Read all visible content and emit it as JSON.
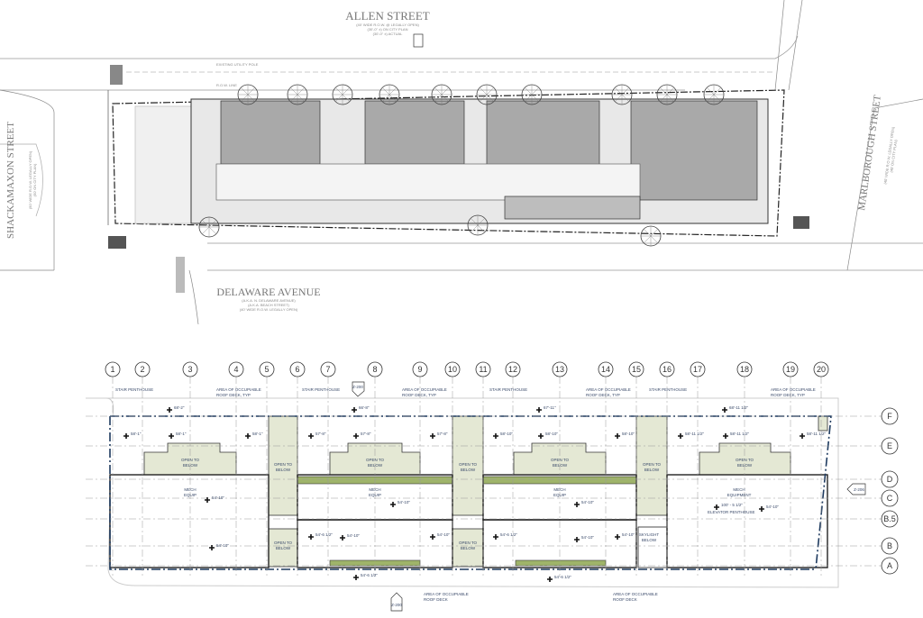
{
  "site_plan": {
    "streets": {
      "north": {
        "name": "ALLEN STREET",
        "sub": [
          "(40' WIDE R.O.W. @ LEGALLY OPEN)",
          "(30'-0\" ±) ON CITY PLAN",
          "(30'-0\" ±) ACTUAL"
        ]
      },
      "south": {
        "name": "DELAWARE AVENUE",
        "sub": [
          "(A.K.A. N. DELAWARE AVENUE)",
          "(A.K.A. BEACH STREET)",
          "(40' WIDE R.O.W. LEGALLY OPEN)"
        ]
      },
      "west": {
        "name": "SHACKAMAXON STREET",
        "sub": [
          "(50' WIDE R.O.W. LEGALLY OPEN)",
          "(50' ON CITY PLAN)"
        ]
      },
      "east": {
        "name": "MARLBOROUGH STREET",
        "sub": [
          "(40' WIDE R.O.W. LEGALLY OPEN)",
          "(40' ON CITY PLAN)"
        ]
      }
    },
    "notes": {
      "row_line": "R.O.W. LINE",
      "utility_pole": "EXISTING UTILITY POLE"
    }
  },
  "roof_plan": {
    "grid_columns": [
      "1",
      "2",
      "3",
      "4",
      "5",
      "6",
      "7",
      "8",
      "9",
      "10",
      "11",
      "12",
      "13",
      "14",
      "15",
      "16",
      "17",
      "18",
      "19",
      "20"
    ],
    "grid_rows": [
      "F",
      "E",
      "D",
      "C",
      "B.5",
      "B",
      "A"
    ],
    "labels": {
      "stair_penthouse": "STAIR PENTHOUSE",
      "roof_deck_typ": [
        "AREA OF OCCUPIABLE",
        "ROOF DECK, TYP"
      ],
      "roof_deck": [
        "AREA OF OCCUPIABLE",
        "ROOF DECK"
      ],
      "open_to_below": [
        "OPEN TO",
        "BELOW"
      ],
      "mech_equip": [
        "MECH",
        "EQUIP"
      ],
      "mech_equipment": [
        "MECH",
        "EQUIPMENT"
      ],
      "elevator_penthouse": "ELEVATOR PENTHOUSE",
      "skylight_below": [
        "SKYLIGHT",
        "BELOW"
      ]
    },
    "section_marks": {
      "top": "Z-200",
      "right": "Z-206",
      "bottom": "Z-200"
    },
    "elevations": {
      "top_spots": [
        "68'-2\"",
        "66'-8\"",
        "67'-11\"",
        "68'-11 1/2\""
      ],
      "unit_spots": [
        "58'-1\"",
        "58'-1\"",
        "58'-1\"",
        "57'-8\"",
        "57'-8\"",
        "57'-8\"",
        "58'-10\"",
        "58'-10\"",
        "58'-10\"",
        "58'-11 1/2\"",
        "58'-11 1/2\"",
        "58'-11 1/2\""
      ],
      "mech_spots": [
        "54'-10\"",
        "54'-10\"",
        "54'-10\"",
        "54'-10\""
      ],
      "elevator": "100' - 5 1/2\"",
      "lower_spots": [
        "54'-10\"",
        "54'-6 1/2\"",
        "54'-10\"",
        "54'-10\"",
        "54'-6 1/2\"",
        "54'-10\"",
        "54'-10\""
      ],
      "deck_spots": [
        "54'-6 1/2\"",
        "54'-6 1/2\""
      ]
    },
    "colors": {
      "green_area": "#e4e8d4",
      "green_band": "#9fb46a",
      "line": "#222222",
      "boundary": "#1e3a5f"
    }
  }
}
